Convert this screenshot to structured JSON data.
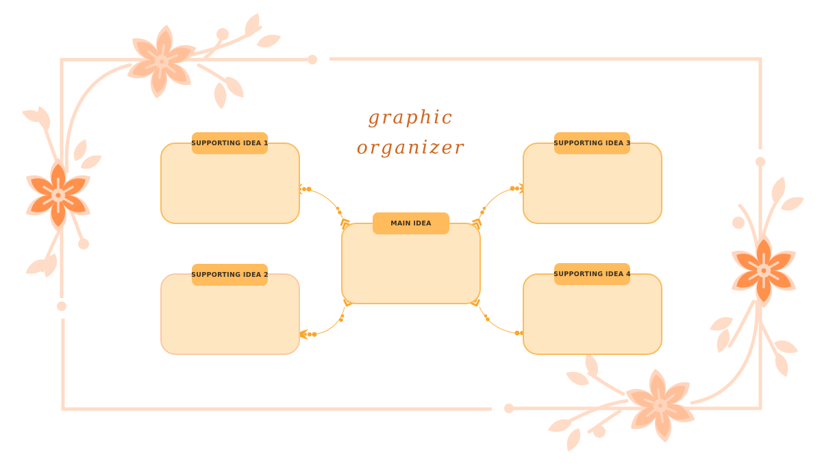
{
  "title": "graphic organizer",
  "main_idea": {
    "label": "MAIN IDEA"
  },
  "supporting_ideas": [
    {
      "label": "SUPPORTING IDEA 1",
      "position": "top-left"
    },
    {
      "label": "SUPPORTING IDEA 2",
      "position": "bottom-left"
    },
    {
      "label": "SUPPORTING IDEA 3",
      "position": "top-right"
    },
    {
      "label": "SUPPORTING IDEA 4",
      "position": "bottom-right"
    }
  ],
  "colors": {
    "title": "#d0651f",
    "box_fill": "#fee6c1",
    "box_border": "#fdbb5a",
    "tag_fill": "#ffbb5c",
    "tag_text": "#3a3023",
    "arrow": "#fca62b",
    "frame": "#ffdcc7",
    "flower_dark": "#ff914d",
    "flower_light": "#ffbf99"
  }
}
